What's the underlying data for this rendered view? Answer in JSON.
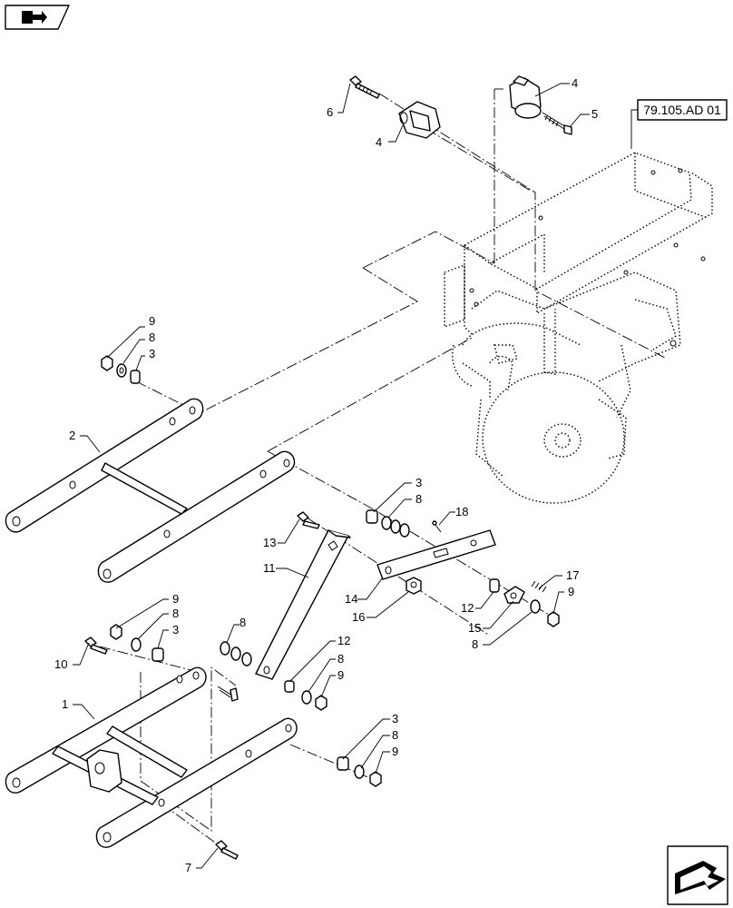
{
  "reference_tag": "79.105.AD 01",
  "callouts": [
    {
      "id": "c6",
      "text": "6"
    },
    {
      "id": "c4a",
      "text": "4"
    },
    {
      "id": "c4b",
      "text": "4"
    },
    {
      "id": "c5",
      "text": "5"
    },
    {
      "id": "c9a",
      "text": "9"
    },
    {
      "id": "c8a",
      "text": "8"
    },
    {
      "id": "c3a",
      "text": "3"
    },
    {
      "id": "c2",
      "text": "2"
    },
    {
      "id": "c3b",
      "text": "3"
    },
    {
      "id": "c8b",
      "text": "8"
    },
    {
      "id": "c18",
      "text": "18"
    },
    {
      "id": "c13",
      "text": "13"
    },
    {
      "id": "c11",
      "text": "11"
    },
    {
      "id": "c14",
      "text": "14"
    },
    {
      "id": "c16",
      "text": "16"
    },
    {
      "id": "c17",
      "text": "17"
    },
    {
      "id": "c9b",
      "text": "9"
    },
    {
      "id": "c12a",
      "text": "12"
    },
    {
      "id": "c15",
      "text": "15"
    },
    {
      "id": "c8c",
      "text": "8"
    },
    {
      "id": "c9c",
      "text": "9"
    },
    {
      "id": "c8d",
      "text": "8"
    },
    {
      "id": "c3c",
      "text": "3"
    },
    {
      "id": "c10",
      "text": "10"
    },
    {
      "id": "c8e",
      "text": "8"
    },
    {
      "id": "c12b",
      "text": "12"
    },
    {
      "id": "c8f",
      "text": "8"
    },
    {
      "id": "c9d",
      "text": "9"
    },
    {
      "id": "c1",
      "text": "1"
    },
    {
      "id": "c3d",
      "text": "3"
    },
    {
      "id": "c8g",
      "text": "8"
    },
    {
      "id": "c9e",
      "text": "9"
    },
    {
      "id": "c7",
      "text": "7"
    }
  ],
  "icons": {
    "top_left": "book-arrow-icon",
    "bottom_right": "next-page-arrow-icon"
  },
  "colors": {
    "line": "#000000",
    "background": "#ffffff"
  }
}
